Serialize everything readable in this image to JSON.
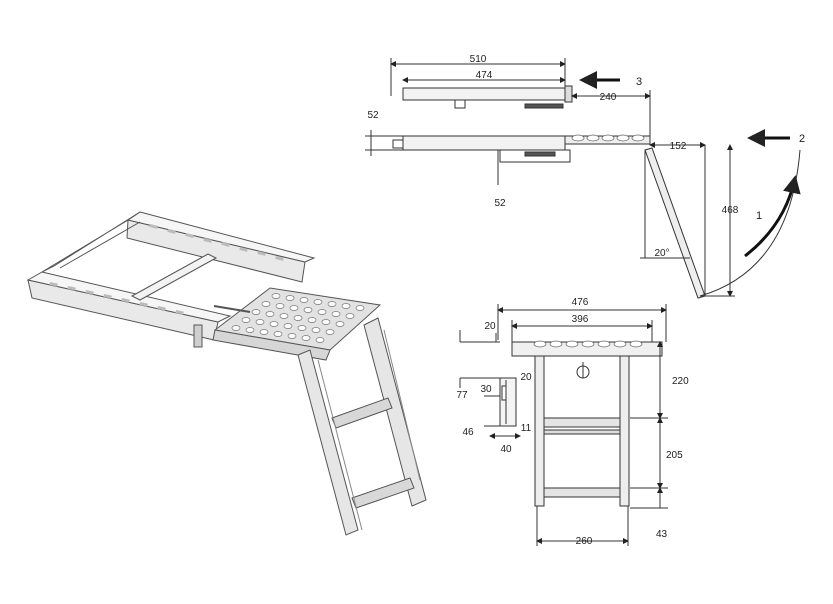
{
  "dimensions": {
    "side_width_outer": "510",
    "side_width_inner": "474",
    "side_offset": "240",
    "side_thickness_top": "52",
    "side_thickness_bottom": "52",
    "side_step_offset": "152",
    "side_height": "468",
    "side_angle": "20°",
    "front_width_outer": "476",
    "front_width_inner": "396",
    "front_top_offset": "20",
    "bracket_height": "77",
    "bracket_hole_spacing": "30",
    "bracket_top": "20",
    "bracket_hole_offset": "46",
    "bracket_thickness": "11",
    "bracket_width": "40",
    "front_top_step_height": "220",
    "front_step_spacing": "205",
    "front_bottom": "43",
    "front_step_width": "260"
  },
  "arrows": {
    "callout_1": "1",
    "callout_2": "2",
    "callout_3": "3"
  }
}
